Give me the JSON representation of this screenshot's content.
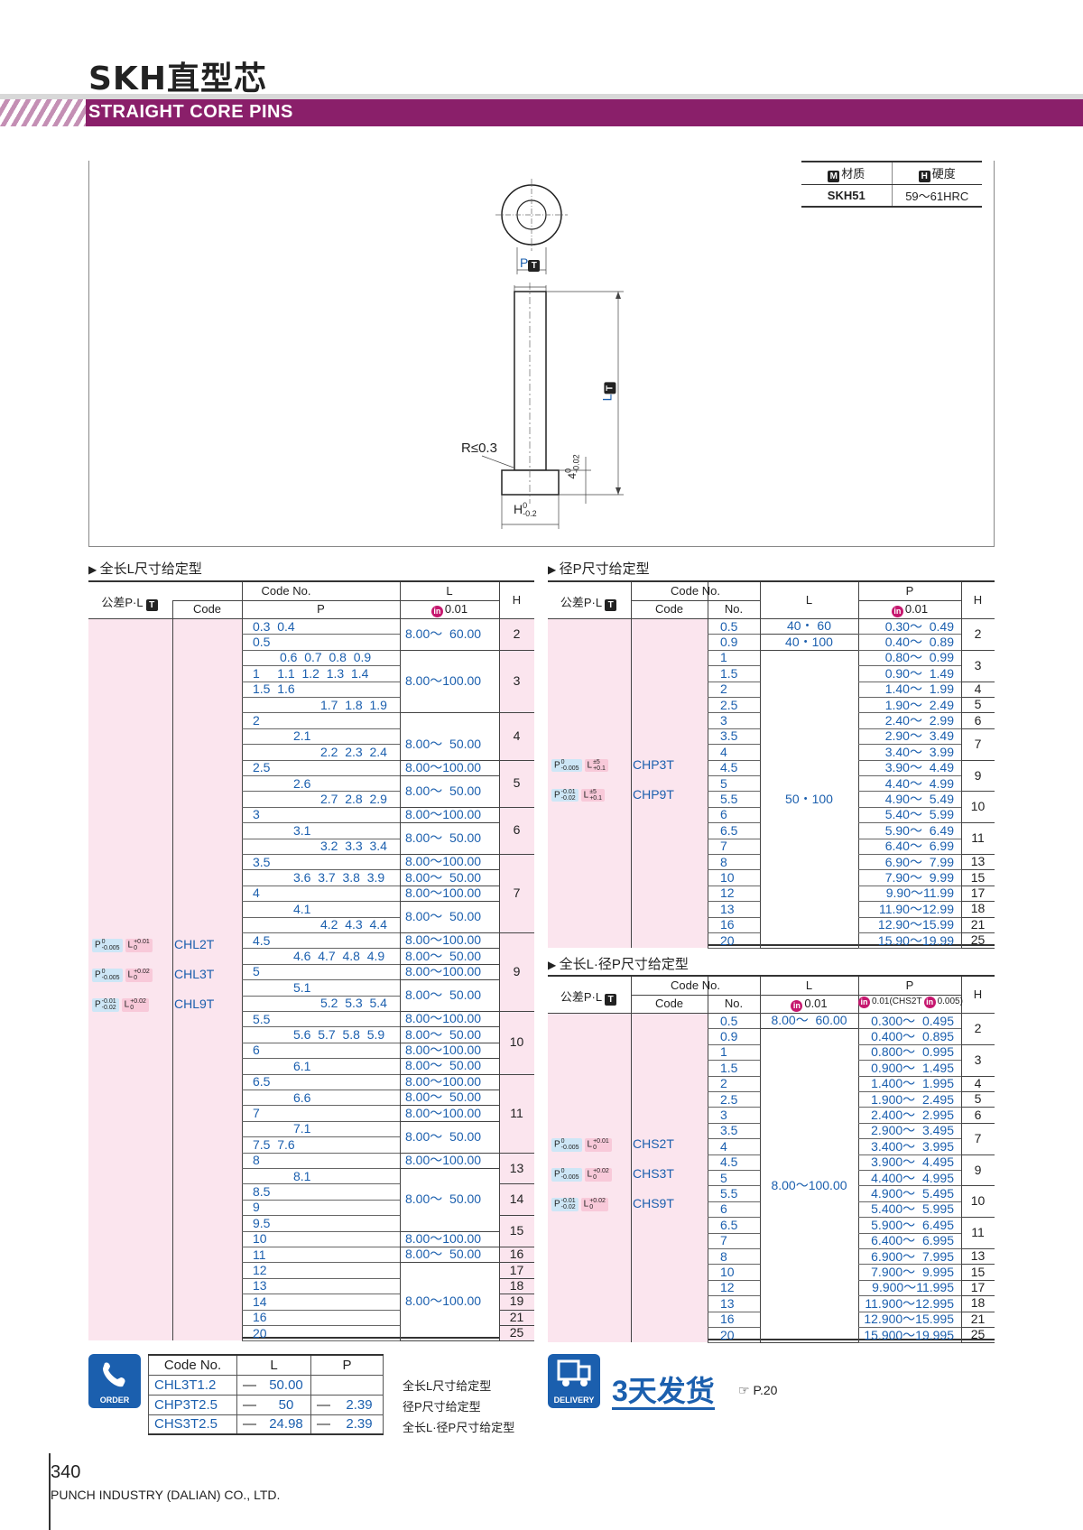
{
  "header": {
    "title": "SKH直型芯",
    "subtitle": "STRAIGHT CORE PINS"
  },
  "material": {
    "material_label": "材质",
    "material_icon": "M",
    "hardness_label": "硬度",
    "hardness_icon": "H",
    "material_value": "SKH51",
    "hardness_value": "59～61HRC"
  },
  "drawing": {
    "p_label": "P",
    "l_label": "L",
    "t_icon": "T",
    "r_label": "R≤0.3",
    "head_label": "4",
    "head_tol_top": "0",
    "head_tol_bottom": "-0.02",
    "h_label": "H",
    "h_tol_top": "0",
    "h_tol_bottom": "-0.2"
  },
  "colors": {
    "accent": "#8a1f6a",
    "blue": "#1b5fae",
    "pink": "#fbe5ee",
    "inch": "#c6186f"
  },
  "left_section": {
    "heading": "全长L尺寸给定型",
    "hdr_tol": "公差P·L",
    "hdr_codeno": "Code No.",
    "hdr_code": "Code",
    "hdr_p": "P",
    "hdr_l": "L",
    "hdr_l_step": "0.01",
    "hdr_h": "H",
    "codes": [
      {
        "p_tol": "P",
        "p_t": "0",
        "p_b": "-0.005",
        "l_tol": "L",
        "l_t": "+0.01",
        "l_b": "0",
        "code": "CHL2T"
      },
      {
        "p_tol": "P",
        "p_t": "0",
        "p_b": "-0.005",
        "l_tol": "L",
        "l_t": "+0.02",
        "l_b": "0",
        "code": "CHL3T"
      },
      {
        "p_tol": "P",
        "p_t": "-0.01",
        "p_b": "-0.02",
        "l_tol": "L",
        "l_t": "+0.02",
        "l_b": "0",
        "code": "CHL9T"
      }
    ],
    "rows": [
      {
        "p": "0.3  0.4",
        "indent": 0
      },
      {
        "p": "0.5",
        "indent": 0
      },
      {
        "p": "0.6  0.7  0.8  0.9",
        "indent": 30
      },
      {
        "p": "1     1.1  1.2  1.3  1.4",
        "indent": 0
      },
      {
        "p": "1.5  1.6",
        "indent": 0
      },
      {
        "p": "1.7  1.8  1.9",
        "indent": 75
      },
      {
        "p": "2",
        "indent": 0
      },
      {
        "p": "2.1",
        "indent": 45
      },
      {
        "p": "2.2  2.3  2.4",
        "indent": 75
      },
      {
        "p": "2.5",
        "indent": 0
      },
      {
        "p": "2.6",
        "indent": 45
      },
      {
        "p": "2.7  2.8  2.9",
        "indent": 75
      },
      {
        "p": "3",
        "indent": 0
      },
      {
        "p": "3.1",
        "indent": 45
      },
      {
        "p": "3.2  3.3  3.4",
        "indent": 75
      },
      {
        "p": "3.5",
        "indent": 0
      },
      {
        "p": "3.6  3.7  3.8  3.9",
        "indent": 45
      },
      {
        "p": "4",
        "indent": 0
      },
      {
        "p": "4.1",
        "indent": 45
      },
      {
        "p": "4.2  4.3  4.4",
        "indent": 75
      },
      {
        "p": "4.5",
        "indent": 0
      },
      {
        "p": "4.6  4.7  4.8  4.9",
        "indent": 45
      },
      {
        "p": "5",
        "indent": 0
      },
      {
        "p": "5.1",
        "indent": 45
      },
      {
        "p": "5.2  5.3  5.4",
        "indent": 75
      },
      {
        "p": "5.5",
        "indent": 0
      },
      {
        "p": "5.6  5.7  5.8  5.9",
        "indent": 45
      },
      {
        "p": "6",
        "indent": 0
      },
      {
        "p": "6.1",
        "indent": 45
      },
      {
        "p": "6.5",
        "indent": 0
      },
      {
        "p": "6.6",
        "indent": 45
      },
      {
        "p": "7",
        "indent": 0
      },
      {
        "p": "7.1",
        "indent": 45
      },
      {
        "p": "7.5  7.6",
        "indent": 0
      },
      {
        "p": "8",
        "indent": 0
      },
      {
        "p": "8.1",
        "indent": 45
      },
      {
        "p": "8.5",
        "indent": 0
      },
      {
        "p": "9",
        "indent": 0
      },
      {
        "p": "9.5",
        "indent": 0
      },
      {
        "p": "10",
        "indent": 0
      },
      {
        "p": "11",
        "indent": 0
      },
      {
        "p": "12",
        "indent": 0
      },
      {
        "p": "13",
        "indent": 0
      },
      {
        "p": "14",
        "indent": 0
      },
      {
        "p": "16",
        "indent": 0
      },
      {
        "p": "20",
        "indent": 0
      }
    ],
    "l_groups": [
      {
        "from": 0,
        "to": 1,
        "v": "8.00～  60.00"
      },
      {
        "from": 2,
        "to": 5,
        "v": "8.00～100.00"
      },
      {
        "from": 7,
        "to": 8,
        "v": "8.00～  50.00"
      },
      {
        "from": 9,
        "to": 9,
        "v": "8.00～100.00"
      },
      {
        "from": 10,
        "to": 11,
        "v": "8.00～  50.00"
      },
      {
        "from": 12,
        "to": 12,
        "v": "8.00～100.00"
      },
      {
        "from": 13,
        "to": 14,
        "v": "8.00～  50.00"
      },
      {
        "from": 15,
        "to": 15,
        "v": "8.00～100.00"
      },
      {
        "from": 16,
        "to": 16,
        "v": "8.00～  50.00"
      },
      {
        "from": 17,
        "to": 17,
        "v": "8.00～100.00"
      },
      {
        "from": 18,
        "to": 19,
        "v": "8.00～  50.00"
      },
      {
        "from": 20,
        "to": 20,
        "v": "8.00～100.00"
      },
      {
        "from": 21,
        "to": 21,
        "v": "8.00～  50.00"
      },
      {
        "from": 22,
        "to": 22,
        "v": "8.00～100.00"
      },
      {
        "from": 23,
        "to": 24,
        "v": "8.00～  50.00"
      },
      {
        "from": 25,
        "to": 25,
        "v": "8.00～100.00"
      },
      {
        "from": 26,
        "to": 26,
        "v": "8.00～  50.00"
      },
      {
        "from": 27,
        "to": 27,
        "v": "8.00～100.00"
      },
      {
        "from": 28,
        "to": 28,
        "v": "8.00～  50.00"
      },
      {
        "from": 29,
        "to": 29,
        "v": "8.00～100.00"
      },
      {
        "from": 30,
        "to": 30,
        "v": "8.00～  50.00"
      },
      {
        "from": 31,
        "to": 31,
        "v": "8.00～100.00"
      },
      {
        "from": 32,
        "to": 33,
        "v": "8.00～  50.00"
      },
      {
        "from": 34,
        "to": 34,
        "v": "8.00～100.00"
      },
      {
        "from": 35,
        "to": 38,
        "v": "8.00～  50.00"
      },
      {
        "from": 39,
        "to": 39,
        "v": "8.00～100.00"
      },
      {
        "from": 40,
        "to": 40,
        "v": "8.00～  50.00"
      },
      {
        "from": 41,
        "to": 45,
        "v": "8.00～100.00"
      }
    ],
    "h_groups": [
      {
        "from": 0,
        "to": 1,
        "v": "2"
      },
      {
        "from": 2,
        "to": 5,
        "v": "3"
      },
      {
        "from": 6,
        "to": 8,
        "v": "4"
      },
      {
        "from": 9,
        "to": 11,
        "v": "5"
      },
      {
        "from": 12,
        "to": 14,
        "v": "6"
      },
      {
        "from": 15,
        "to": 19,
        "v": "7"
      },
      {
        "from": 20,
        "to": 24,
        "v": "9"
      },
      {
        "from": 25,
        "to": 28,
        "v": "10"
      },
      {
        "from": 29,
        "to": 33,
        "v": "11"
      },
      {
        "from": 34,
        "to": 35,
        "v": "13"
      },
      {
        "from": 36,
        "to": 37,
        "v": "14"
      },
      {
        "from": 38,
        "to": 39,
        "v": "15"
      },
      {
        "from": 40,
        "to": 40,
        "v": "16"
      },
      {
        "from": 41,
        "to": 41,
        "v": "17"
      },
      {
        "from": 42,
        "to": 42,
        "v": "18"
      },
      {
        "from": 43,
        "to": 43,
        "v": "19"
      },
      {
        "from": 44,
        "to": 44,
        "v": "21"
      },
      {
        "from": 45,
        "to": 45,
        "v": "25"
      }
    ]
  },
  "right_top": {
    "heading": "径P尺寸给定型",
    "hdr_tol": "公差P·L",
    "hdr_codeno": "Code No.",
    "hdr_code": "Code",
    "hdr_no": "No.",
    "hdr_l": "L",
    "hdr_p": "P",
    "hdr_p_step": "0.01",
    "hdr_h": "H",
    "codes": [
      {
        "p_tol": "P",
        "p_t": "0",
        "p_b": "-0.005",
        "l_tol": "L",
        "l_t": "±5",
        "l_b": "+0.1",
        "code": "CHP3T"
      },
      {
        "p_tol": "P",
        "p_t": "-0.01",
        "p_b": "-0.02",
        "l_tol": "L",
        "l_t": "±5",
        "l_b": "+0.1",
        "code": "CHP9T"
      }
    ],
    "rows": [
      {
        "no": "0.5",
        "p": "0.30～  0.49"
      },
      {
        "no": "0.9",
        "p": "0.40～  0.89"
      },
      {
        "no": "1",
        "p": "0.80～  0.99"
      },
      {
        "no": "1.5",
        "p": "0.90～  1.49"
      },
      {
        "no": "2",
        "p": "1.40～  1.99"
      },
      {
        "no": "2.5",
        "p": "1.90～  2.49"
      },
      {
        "no": "3",
        "p": "2.40～  2.99"
      },
      {
        "no": "3.5",
        "p": "2.90～  3.49"
      },
      {
        "no": "4",
        "p": "3.40～  3.99"
      },
      {
        "no": "4.5",
        "p": "3.90～  4.49"
      },
      {
        "no": "5",
        "p": "4.40～  4.99"
      },
      {
        "no": "5.5",
        "p": "4.90～  5.49"
      },
      {
        "no": "6",
        "p": "5.40～  5.99"
      },
      {
        "no": "6.5",
        "p": "5.90～  6.49"
      },
      {
        "no": "7",
        "p": "6.40～  6.99"
      },
      {
        "no": "8",
        "p": "6.90～  7.99"
      },
      {
        "no": "10",
        "p": "7.90～  9.99"
      },
      {
        "no": "12",
        "p": "9.90～11.99"
      },
      {
        "no": "13",
        "p": "11.90～12.99"
      },
      {
        "no": "16",
        "p": "12.90～15.99"
      },
      {
        "no": "20",
        "p": "15.90～19.99"
      }
    ],
    "l_groups": [
      {
        "from": 0,
        "to": 0,
        "v": "40・ 60"
      },
      {
        "from": 1,
        "to": 1,
        "v": "40・100"
      },
      {
        "from": 2,
        "to": 20,
        "v": "50・100"
      }
    ],
    "h_groups": [
      {
        "from": 0,
        "to": 1,
        "v": "2"
      },
      {
        "from": 2,
        "to": 3,
        "v": "3"
      },
      {
        "from": 4,
        "to": 4,
        "v": "4"
      },
      {
        "from": 5,
        "to": 5,
        "v": "5"
      },
      {
        "from": 6,
        "to": 6,
        "v": "6"
      },
      {
        "from": 7,
        "to": 8,
        "v": "7"
      },
      {
        "from": 9,
        "to": 10,
        "v": "9"
      },
      {
        "from": 11,
        "to": 12,
        "v": "10"
      },
      {
        "from": 13,
        "to": 14,
        "v": "11"
      },
      {
        "from": 15,
        "to": 15,
        "v": "13"
      },
      {
        "from": 16,
        "to": 16,
        "v": "15"
      },
      {
        "from": 17,
        "to": 17,
        "v": "17"
      },
      {
        "from": 18,
        "to": 18,
        "v": "18"
      },
      {
        "from": 19,
        "to": 19,
        "v": "21"
      },
      {
        "from": 20,
        "to": 20,
        "v": "25"
      }
    ]
  },
  "right_bottom": {
    "heading": "全长L·径P尺寸给定型",
    "hdr_tol": "公差P·L",
    "hdr_codeno": "Code No.",
    "hdr_code": "Code",
    "hdr_no": "No.",
    "hdr_l": "L",
    "hdr_l_step": "0.01",
    "hdr_p": "P",
    "hdr_p_step": "0.01(CHS2T",
    "hdr_p_step2": "0.005)",
    "hdr_h": "H",
    "codes": [
      {
        "p_tol": "P",
        "p_t": "0",
        "p_b": "-0.005",
        "l_tol": "L",
        "l_t": "+0.01",
        "l_b": "0",
        "code": "CHS2T"
      },
      {
        "p_tol": "P",
        "p_t": "0",
        "p_b": "-0.005",
        "l_tol": "L",
        "l_t": "+0.02",
        "l_b": "0",
        "code": "CHS3T"
      },
      {
        "p_tol": "P",
        "p_t": "-0.01",
        "p_b": "-0.02",
        "l_tol": "L",
        "l_t": "+0.02",
        "l_b": "0",
        "code": "CHS9T"
      }
    ],
    "rows": [
      {
        "no": "0.5",
        "p": "0.300～  0.495"
      },
      {
        "no": "0.9",
        "p": "0.400～  0.895"
      },
      {
        "no": "1",
        "p": "0.800～  0.995"
      },
      {
        "no": "1.5",
        "p": "0.900～  1.495"
      },
      {
        "no": "2",
        "p": "1.400～  1.995"
      },
      {
        "no": "2.5",
        "p": "1.900～  2.495"
      },
      {
        "no": "3",
        "p": "2.400～  2.995"
      },
      {
        "no": "3.5",
        "p": "2.900～  3.495"
      },
      {
        "no": "4",
        "p": "3.400～  3.995"
      },
      {
        "no": "4.5",
        "p": "3.900～  4.495"
      },
      {
        "no": "5",
        "p": "4.400～  4.995"
      },
      {
        "no": "5.5",
        "p": "4.900～  5.495"
      },
      {
        "no": "6",
        "p": "5.400～  5.995"
      },
      {
        "no": "6.5",
        "p": "5.900～  6.495"
      },
      {
        "no": "7",
        "p": "6.400～  6.995"
      },
      {
        "no": "8",
        "p": "6.900～  7.995"
      },
      {
        "no": "10",
        "p": "7.900～  9.995"
      },
      {
        "no": "12",
        "p": "9.900～11.995"
      },
      {
        "no": "13",
        "p": "11.900～12.995"
      },
      {
        "no": "16",
        "p": "12.900～15.995"
      },
      {
        "no": "20",
        "p": "15.900～19.995"
      }
    ],
    "l_groups": [
      {
        "from": 0,
        "to": 0,
        "v": "8.00～  60.00"
      },
      {
        "from": 1,
        "to": 20,
        "v": "8.00～100.00"
      }
    ],
    "h_groups": [
      {
        "from": 0,
        "to": 1,
        "v": "2"
      },
      {
        "from": 2,
        "to": 3,
        "v": "3"
      },
      {
        "from": 4,
        "to": 4,
        "v": "4"
      },
      {
        "from": 5,
        "to": 5,
        "v": "5"
      },
      {
        "from": 6,
        "to": 6,
        "v": "6"
      },
      {
        "from": 7,
        "to": 8,
        "v": "7"
      },
      {
        "from": 9,
        "to": 10,
        "v": "9"
      },
      {
        "from": 11,
        "to": 12,
        "v": "10"
      },
      {
        "from": 13,
        "to": 14,
        "v": "11"
      },
      {
        "from": 15,
        "to": 15,
        "v": "13"
      },
      {
        "from": 16,
        "to": 16,
        "v": "15"
      },
      {
        "from": 17,
        "to": 17,
        "v": "17"
      },
      {
        "from": 18,
        "to": 18,
        "v": "18"
      },
      {
        "from": 19,
        "to": 19,
        "v": "21"
      },
      {
        "from": 20,
        "to": 20,
        "v": "25"
      }
    ]
  },
  "order": {
    "icon_label": "ORDER",
    "hdr_code": "Code No.",
    "hdr_l": "L",
    "hdr_p": "P",
    "rows": [
      {
        "code": "CHL3T1.2",
        "d1": "—",
        "l": "50.00",
        "d2": "",
        "p": "",
        "desc": "全长L尺寸给定型"
      },
      {
        "code": "CHP3T2.5",
        "d1": "—",
        "l": "50",
        "d2": "—",
        "p": "2.39",
        "desc": "径P尺寸给定型"
      },
      {
        "code": "CHS3T2.5",
        "d1": "—",
        "l": "24.98",
        "d2": "—",
        "p": "2.39",
        "desc": "全长L·径P尺寸给定型"
      }
    ]
  },
  "delivery": {
    "icon_label": "DELIVERY",
    "text": "3天发货",
    "ref": "☞ P.20"
  },
  "footer": {
    "page": "340",
    "company": "PUNCH INDUSTRY (DALIAN) CO., LTD."
  }
}
